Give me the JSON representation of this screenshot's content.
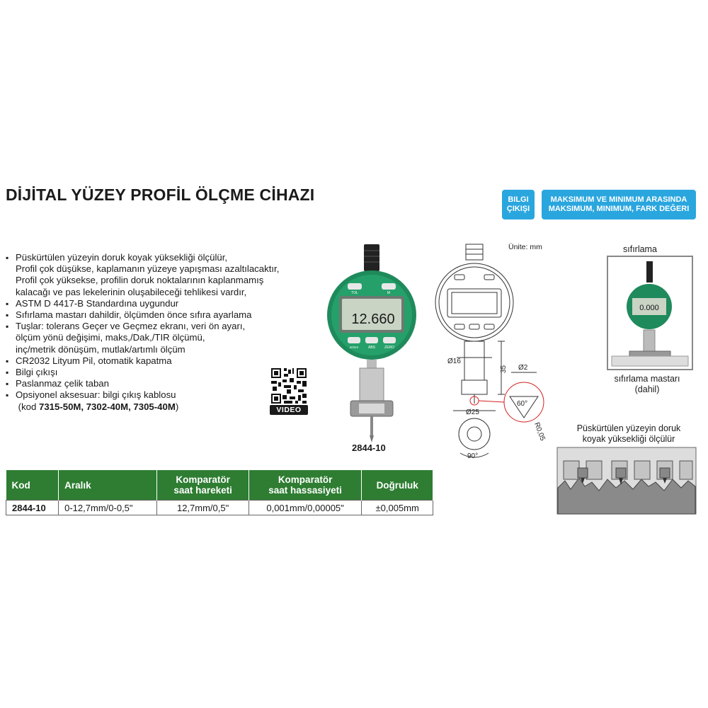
{
  "title": "DİJİTAL YÜZEY PROFİL ÖLÇME CİHAZI",
  "badges": {
    "data_output": [
      "BILGI",
      "ÇIKIŞI"
    ],
    "minmax": [
      "MAKSIMUM VE MINIMUM ARASINDA",
      "MAKSIMUM, MINIMUM, FARK DEĞERI"
    ]
  },
  "features": [
    [
      "Püskürtülen yüzeyin doruk koyak yüksekliği ölçülür,",
      "Profil çok düşükse, kaplamanın yüzeye yapışması azaltılacaktır,",
      "Profil çok yüksekse, profilin doruk noktalarının kaplanmamış",
      "kalacağı ve pas lekelerinin oluşabileceği tehlikesi vardır,"
    ],
    [
      "ASTM D 4417-B Standardına uygundur"
    ],
    [
      "Sıfırlama mastarı dahildir, ölçümden önce sıfıra ayarlama"
    ],
    [
      "Tuşlar: tolerans Geçer ve Geçmez ekranı, veri ön ayarı,",
      "ölçüm yönü değişimi, maks,/Dak,/TIR ölçümü,",
      "inç/metrik dönüşüm, mutlak/artımlı ölçüm"
    ],
    [
      "CR2032 Lityum Pil, otomatik kapatma"
    ],
    [
      "Bilgi çıkışı"
    ],
    [
      "Paslanmaz çelik taban"
    ],
    [
      "Opsiyonel aksesuar: bilgi çıkış kablosu"
    ]
  ],
  "accessory_codes": {
    "prefix": "(kod ",
    "codes": "7315-50M, 7302-40M, 7305-40M",
    "suffix": ")"
  },
  "qr_label": "VIDEO",
  "device": {
    "model": "2844-10",
    "display_value": "12.660",
    "buttons": {
      "tol": "TOL",
      "m": "M",
      "inch_mm": "in/mm",
      "abs": "ABS",
      "zero": "ZERO"
    }
  },
  "drawing": {
    "unit": "Ünite: mm",
    "dims": {
      "d16": "Ø16",
      "d35": "35",
      "d2": "Ø2",
      "a60": "60°",
      "d25": "Ø25",
      "r005": "R0,05",
      "a90": "90°"
    }
  },
  "zeroing": {
    "title": "sıfırlama",
    "caption": [
      "sıfırlama mastarı",
      "(dahil)"
    ],
    "display_value": "0.000"
  },
  "profile_caption": [
    "Püskürtülen yüzeyin doruk",
    "koyak yüksekliği ölçülür"
  ],
  "table": {
    "headers": [
      [
        "Kod"
      ],
      [
        "Aralık"
      ],
      [
        "Komparatör",
        "saat hareketi"
      ],
      [
        "Komparatör",
        "saat hassasiyeti"
      ],
      [
        "Doğruluk"
      ]
    ],
    "rows": [
      [
        "2844-10",
        "0-12,7mm/0-0,5\"",
        "12,7mm/0,5\"",
        "0,001mm/0,00005\"",
        "±0,005mm"
      ]
    ]
  },
  "colors": {
    "brand_green": "#2e7d32",
    "badge_blue": "#2aa6df",
    "device_green": "#1f8a5b"
  }
}
